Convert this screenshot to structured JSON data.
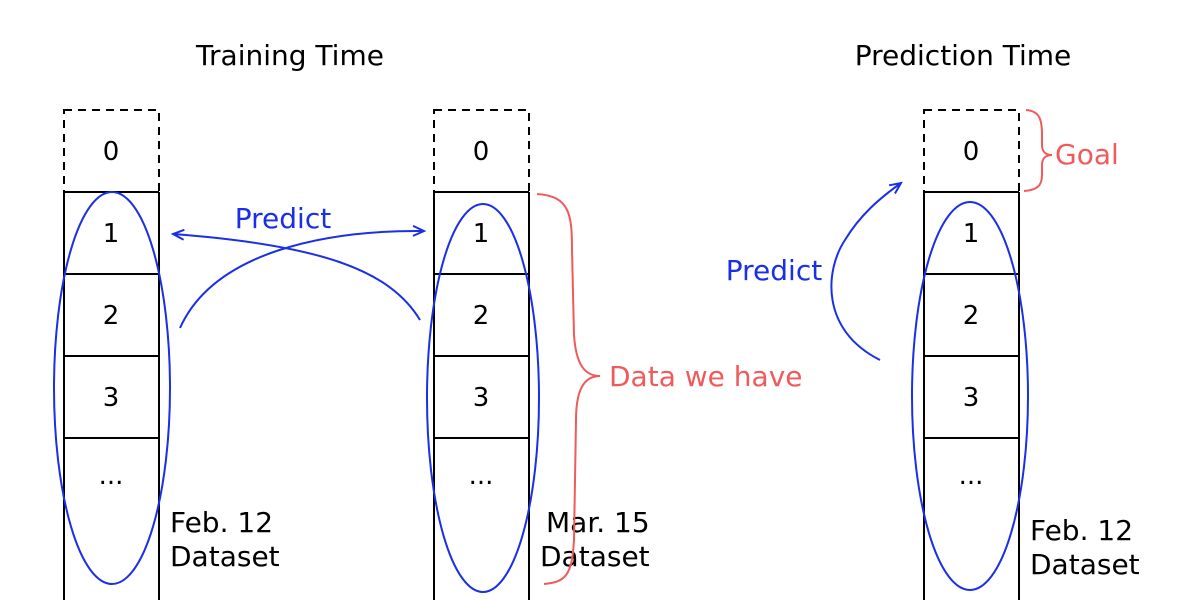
{
  "titles": {
    "training": "Training Time",
    "prediction": "Prediction Time"
  },
  "columns": [
    {
      "cells": [
        "0",
        "1",
        "2",
        "3",
        "..."
      ],
      "caption_line1": "Feb. 12",
      "caption_line2": "Dataset"
    },
    {
      "cells": [
        "0",
        "1",
        "2",
        "3",
        "..."
      ],
      "caption_line1": "Mar. 15",
      "caption_line2": "Dataset"
    },
    {
      "cells": [
        "0",
        "1",
        "2",
        "3",
        "..."
      ],
      "caption_line1": "Feb. 12",
      "caption_line2": "Dataset"
    }
  ],
  "annotations": {
    "predict_training": "Predict",
    "predict_prediction": "Predict",
    "data_we_have": "Data we have",
    "goal": "Goal"
  },
  "colors": {
    "blue": "#1a2fe6",
    "red": "#f05a5a",
    "black": "#000000"
  }
}
